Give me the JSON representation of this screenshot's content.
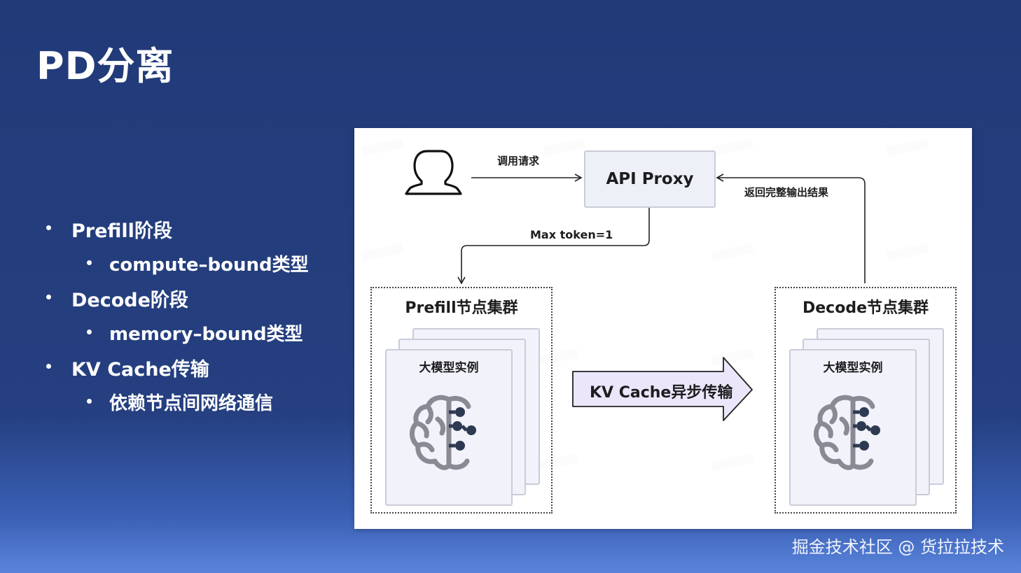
{
  "slide": {
    "title": "PD分离",
    "footer": "掘金技术社区 @ 货拉拉技术"
  },
  "bullets": [
    {
      "level": 1,
      "text": "Prefill阶段"
    },
    {
      "level": 2,
      "text": "compute–bound类型"
    },
    {
      "level": 1,
      "text": "Decode阶段"
    },
    {
      "level": 2,
      "text": "memory–bound类型"
    },
    {
      "level": 1,
      "text": "KV Cache传输"
    },
    {
      "level": 2,
      "text": "依赖节点间网络通信"
    }
  ],
  "diagram": {
    "request_label": "调用请求",
    "proxy_label": "API Proxy",
    "return_label": "返回完整输出结果",
    "max_token_label": "Max token=1",
    "prefill_cluster_title": "Prefill节点集群",
    "decode_cluster_title": "Decode节点集群",
    "prefill_instance_label": "大模型实例",
    "decode_instance_label": "大模型实例",
    "kv_transfer_label": "KV Cache异步传输",
    "colors": {
      "arrow_fill": "#ece6fb",
      "node_fill": "#eef0f8",
      "node_border": "#c9ccd8",
      "brain_icon": "#8a8a94",
      "brain_dots": "#2e3a52"
    }
  }
}
